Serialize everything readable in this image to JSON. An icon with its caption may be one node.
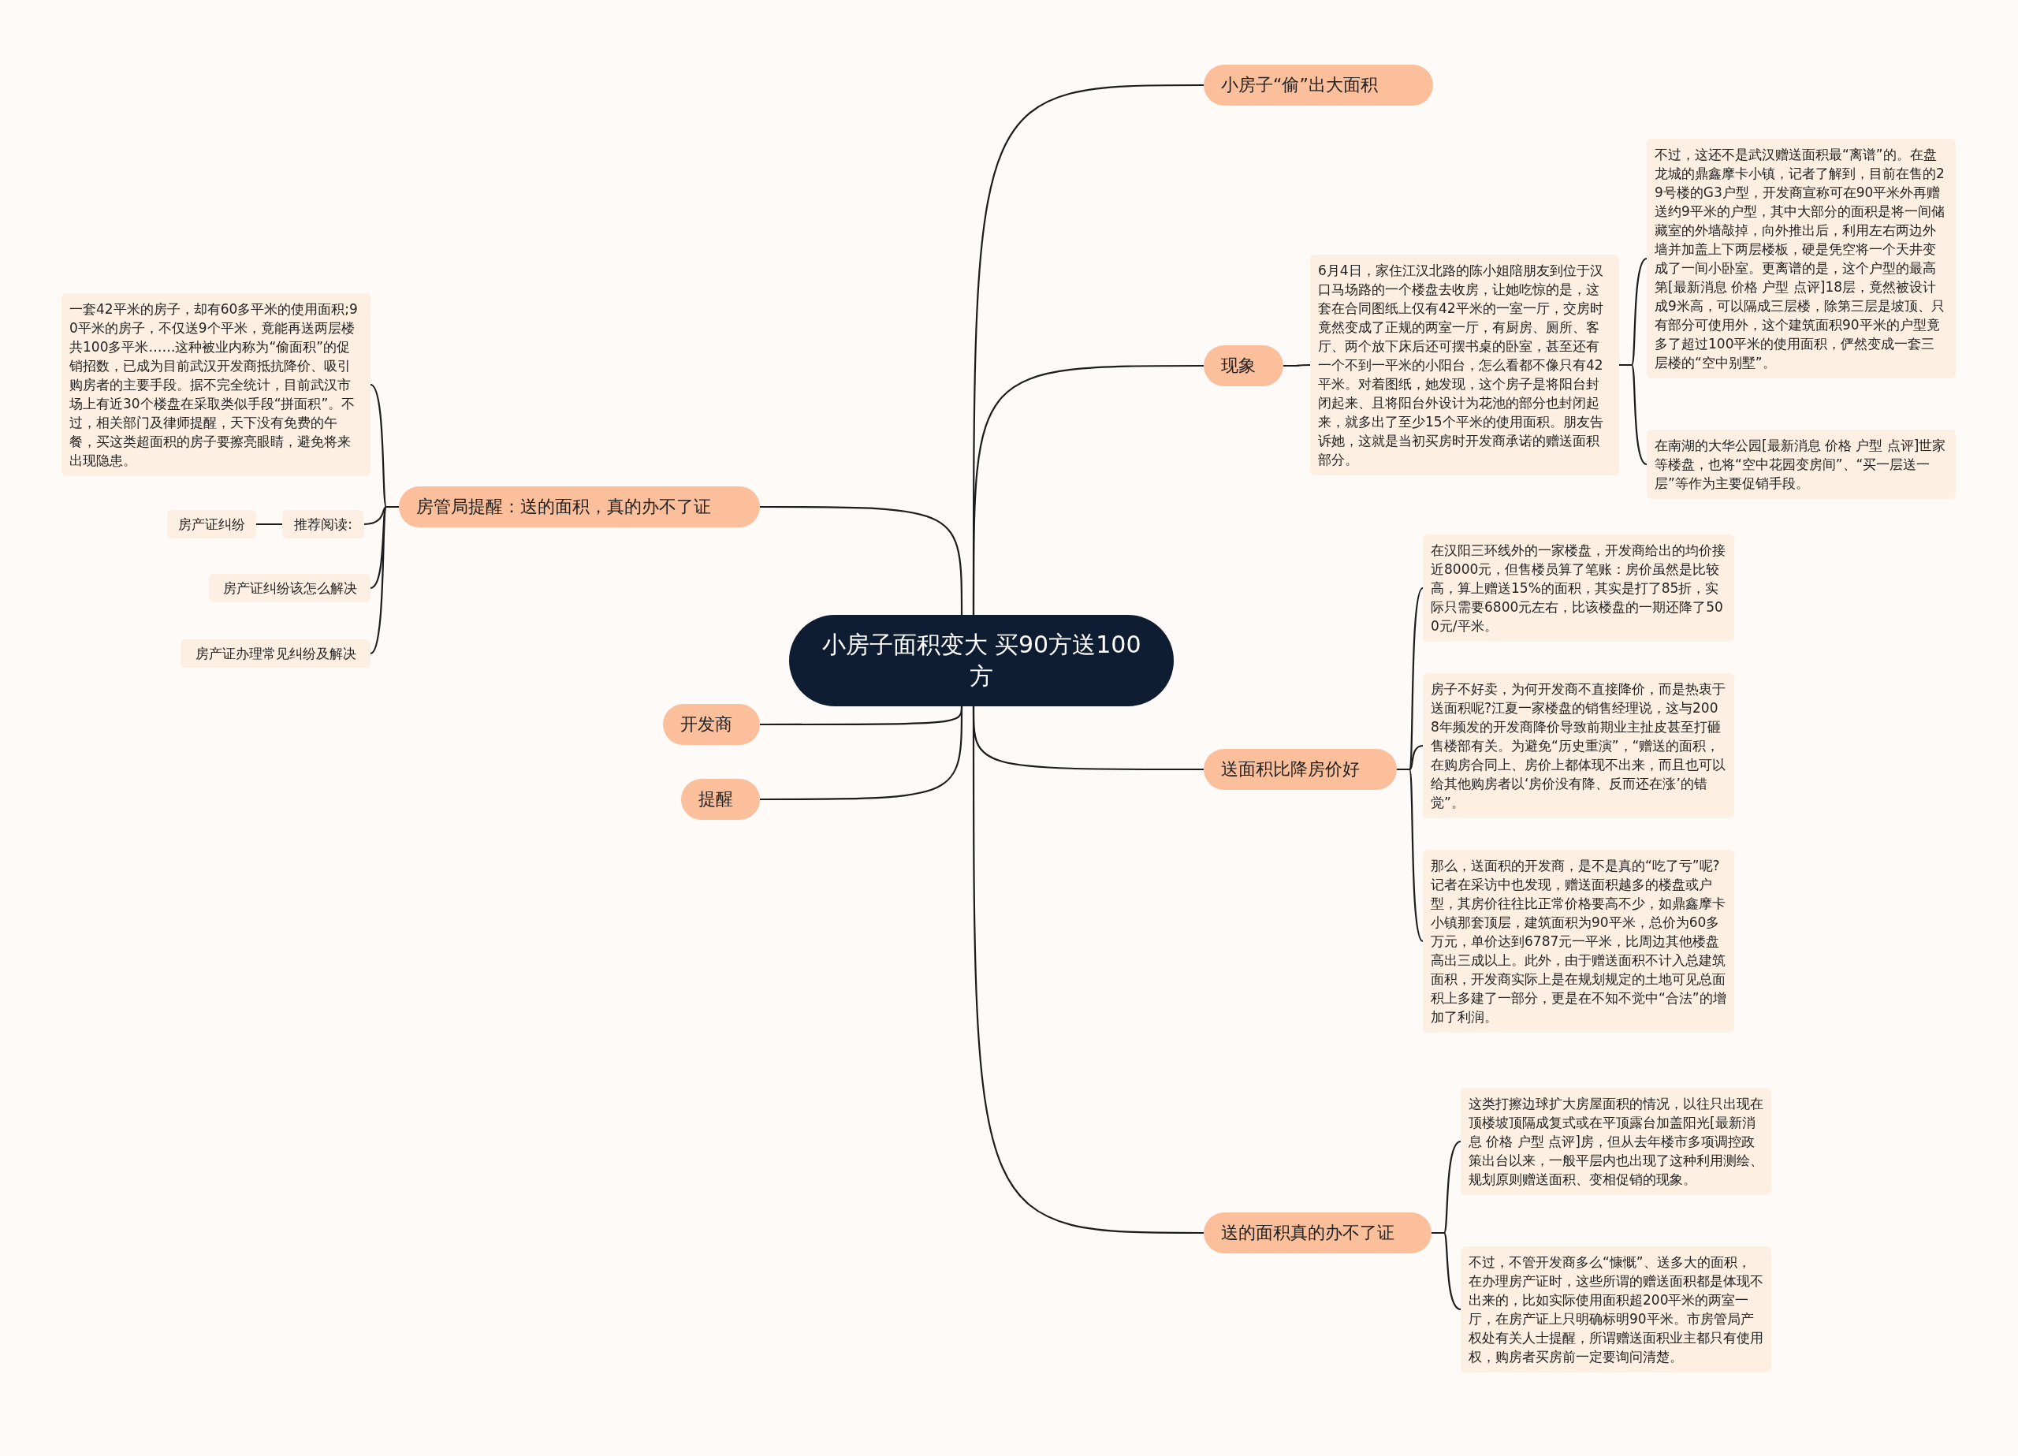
{
  "diagram": {
    "nodes": [
      {
        "text": [
          "小房子面积变大 买90方送100方"
        ]
      },
      {
        "text": [
          "小房子“偷”出大面积"
        ]
      },
      {
        "text": [
          "现象"
        ]
      },
      {
        "text": [
          "6月4日，家住江汉北路的陈小姐陪朋友到位于汉口马场路的一个楼盘去收房，让她吃惊的是，这套在合同图纸上仅有42平米的一室一厅，交房时竟然变成了正规的两室一厅，有厨房、厕所、客厅、两个放下床后还可摆书桌的卧室，甚至还有一个不到一平米的小阳台，怎么看都不像只有42平米。对着图纸，她发现，这个房子是将阳台封闭起来、且将阳台外设计为花池的部分也封闭起来，就多出了至少15个平米的使用面积。朋友告诉她，这就是当初买房时开发商承诺的赠送面积部分。"
        ]
      },
      {
        "text": [
          "不过，这还不是武汉赠送面积最“离谱”的。在盘龙城的鼎鑫摩卡小镇，记者了解到，目前在售的29号楼的G3户型，开发商宣称可在90平米外再赠送约9平米的户型，其中大部分的面积是将一间储藏室的外墙敲掉，向外推出后，利用左右两边外墙并加盖上下两层楼板，硬是凭空将一个天井变成了一间小卧室。更离谱的是，这个户型的最高第[最新消息 价格 户型 点评]18层，竟然被设计成9米高，可以隔成三层楼，除第三层是坡顶、只有部分可使用外，这个建筑面积90平米的户型竟多了超过100平米的使用面积，俨然变成一套三层楼的“空中别墅”。"
        ]
      },
      {
        "text": [
          "在南湖的大华公园[最新消息 价格 户型 点评]世家等楼盘，也将“空中花园变房间”、“买一层送一层”等作为主要促销手段。"
        ]
      },
      {
        "text": [
          "送面积比降房价好"
        ]
      },
      {
        "text": [
          "在汉阳三环线外的一家楼盘，开发商给出的均价接近8000元，但售楼员算了笔账：房价虽然是比较高，算上赠送15%的面积，其实是打了85折，实际只需要6800元左右，比该楼盘的一期还降了500元/平米。"
        ]
      },
      {
        "text": [
          "房子不好卖，为何开发商不直接降价，而是热衷于送面积呢?江夏一家楼盘的销售经理说，这与2008年频发的开发商降价导致前期业主扯皮甚至打砸售楼部有关。为避免“历史重演”，“赠送的面积，在购房合同上、房价上都体现不出来，而且也可以给其他购房者以‘房价没有降、反而还在涨’的错觉”。"
        ]
      },
      {
        "text": [
          "那么，送面积的开发商，是不是真的“吃了亏”呢?记者在采访中也发现，赠送面积越多的楼盘或户型，其房价往往比正常价格要高不少，如鼎鑫摩卡小镇那套顶层，建筑面积为90平米，总价为60多万元，单价达到6787元一平米，比周边其他楼盘高出三成以上。此外，由于赠送面积不计入总建筑面积，开发商实际上是在规划规定的土地可见总面积上多建了一部分，更是在不知不觉中“合法”的增加了利润。"
        ]
      },
      {
        "text": [
          "送的面积真的办不了证"
        ]
      },
      {
        "text": [
          "这类打擦边球扩大房屋面积的情况，以往只出现在顶楼坡顶隔成复式或在平顶露台加盖阳光[最新消息 价格 户型 点评]房，但从去年楼市多项调控政策出台以来，一般平层内也出现了这种利用测绘、规划原则赠送面积、变相促销的现象。"
        ]
      },
      {
        "text": [
          "不过，不管开发商多么“慷慨”、送多大的面积，在办理房产证时，这些所谓的赠送面积都是体现不出来的，比如实际使用面积超200平米的两室一厅，在房产证上只明确标明90平米。市房管局产权处有关人士提醒，所谓赠送面积业主都只有使用权，购房者买房前一定要询问清楚。"
        ]
      },
      {
        "text": [
          "房管局提醒：送的面积，真的办不了证"
        ]
      },
      {
        "text": [
          "一套42平米的房子，却有60多平米的使用面积;90平米的房子，不仅送9个平米，竟能再送两层楼共100多平米……这种被业内称为“偷面积”的促销招数，已成为目前武汉开发商抵抗降价、吸引购房者的主要手段。据不完全统计，目前武汉市场上有近30个楼盘在采取类似手段“拼面积”。不过，相关部门及律师提醒，天下没有免费的午餐，买这类超面积的房子要擦亮眼睛，避免将来出现隐患。"
        ]
      },
      {
        "text": [
          "推荐阅读:"
        ]
      },
      {
        "text": [
          "房产证纠纷"
        ]
      },
      {
        "text": [
          "房产证纠纷该怎么解决"
        ]
      },
      {
        "text": [
          "房产证办理常见纠纷及解决"
        ]
      },
      {
        "text": [
          "开发商"
        ]
      },
      {
        "text": [
          "提醒"
        ]
      }
    ],
    "edges": [
      {
        "from": 0,
        "to": 1,
        "arrow": "none"
      },
      {
        "from": 0,
        "to": 2,
        "arrow": "none"
      },
      {
        "from": 2,
        "to": 3,
        "arrow": "none"
      },
      {
        "from": 3,
        "to": 4,
        "arrow": "none"
      },
      {
        "from": 3,
        "to": 5,
        "arrow": "none"
      },
      {
        "from": 0,
        "to": 6,
        "arrow": "none"
      },
      {
        "from": 6,
        "to": 7,
        "arrow": "none"
      },
      {
        "from": 6,
        "to": 8,
        "arrow": "none"
      },
      {
        "from": 6,
        "to": 9,
        "arrow": "none"
      },
      {
        "from": 0,
        "to": 10,
        "arrow": "none"
      },
      {
        "from": 10,
        "to": 11,
        "arrow": "none"
      },
      {
        "from": 10,
        "to": 12,
        "arrow": "none"
      },
      {
        "from": 0,
        "to": 13,
        "arrow": "none"
      },
      {
        "from": 13,
        "to": 14,
        "arrow": "none"
      },
      {
        "from": 13,
        "to": 15,
        "arrow": "none"
      },
      {
        "from": 15,
        "to": 16,
        "arrow": "none"
      },
      {
        "from": 13,
        "to": 17,
        "arrow": "none"
      },
      {
        "from": 13,
        "to": 18,
        "arrow": "none"
      },
      {
        "from": 0,
        "to": 19,
        "arrow": "none"
      },
      {
        "from": 0,
        "to": 20,
        "arrow": "none"
      }
    ]
  }
}
